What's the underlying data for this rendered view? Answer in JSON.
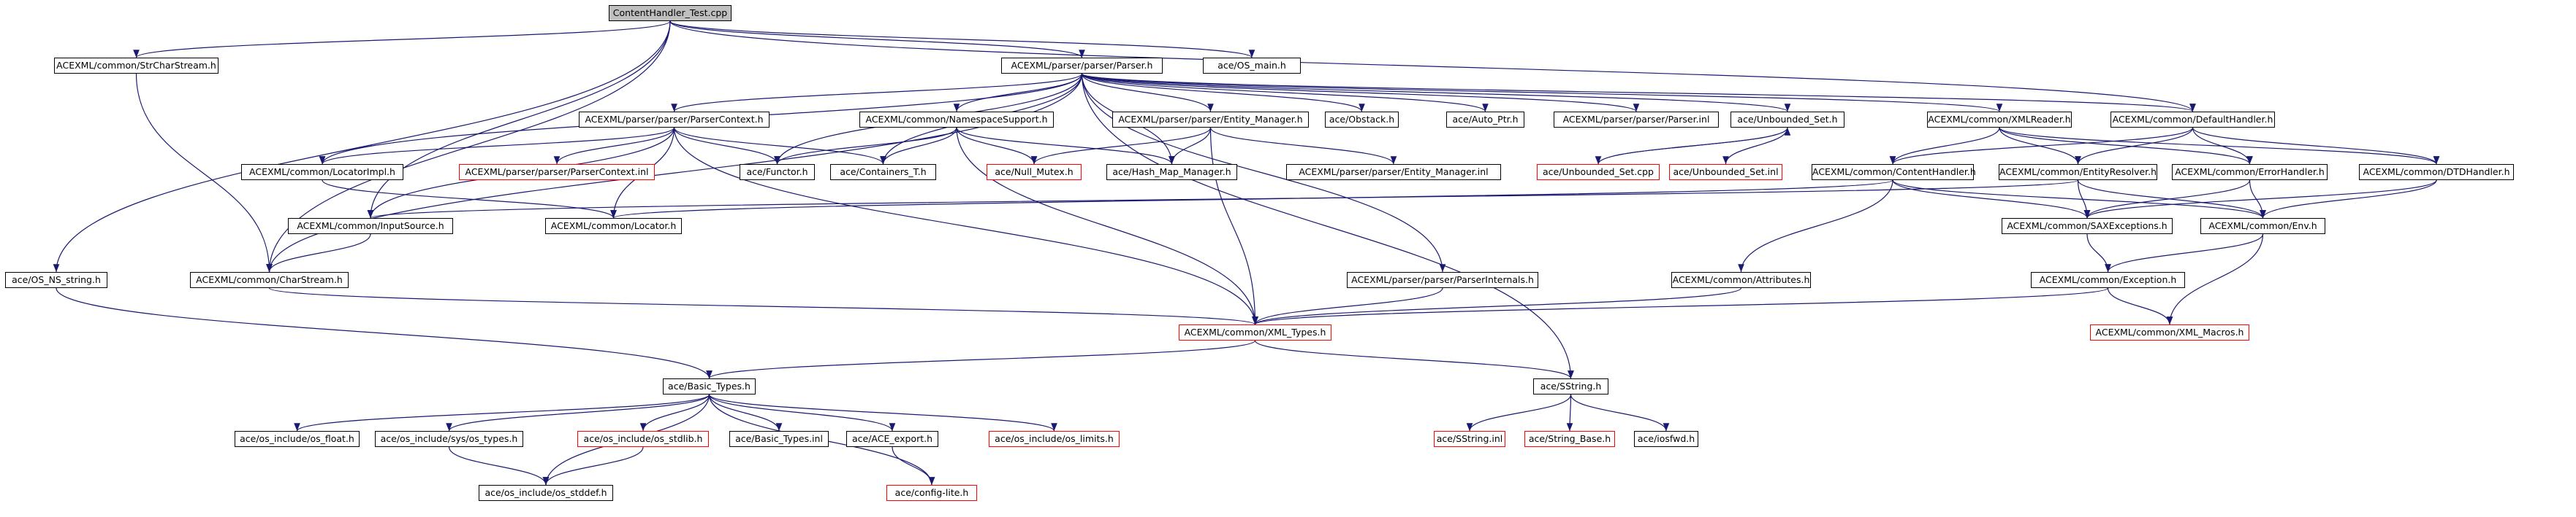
{
  "diagram": {
    "type": "include-dependency-graph",
    "colors": {
      "edge": "#191970",
      "box_border": "#000000",
      "missing_border": "#ff0000",
      "root_fill": "#bfbfbf",
      "background": "#ffffff"
    },
    "nodes": [
      {
        "id": "root",
        "label": "ContentHandler_Test.cpp",
        "style": "root"
      },
      {
        "id": "strcharstream",
        "label": "ACEXML/common/StrCharStream.h",
        "style": "normal"
      },
      {
        "id": "parser",
        "label": "ACEXML/parser/parser/Parser.h",
        "style": "normal"
      },
      {
        "id": "osmain",
        "label": "ace/OS_main.h",
        "style": "normal"
      },
      {
        "id": "parsercontext",
        "label": "ACEXML/parser/parser/ParserContext.h",
        "style": "normal"
      },
      {
        "id": "nssupport",
        "label": "ACEXML/common/NamespaceSupport.h",
        "style": "normal"
      },
      {
        "id": "entitymgr",
        "label": "ACEXML/parser/parser/Entity_Manager.h",
        "style": "normal"
      },
      {
        "id": "obstack",
        "label": "ace/Obstack.h",
        "style": "normal"
      },
      {
        "id": "autoptr",
        "label": "ace/Auto_Ptr.h",
        "style": "normal"
      },
      {
        "id": "parserinl",
        "label": "ACEXML/parser/parser/Parser.inl",
        "style": "normal"
      },
      {
        "id": "unboundedset",
        "label": "ace/Unbounded_Set.h",
        "style": "normal"
      },
      {
        "id": "xmlreader",
        "label": "ACEXML/common/XMLReader.h",
        "style": "normal"
      },
      {
        "id": "defaulthandler",
        "label": "ACEXML/common/DefaultHandler.h",
        "style": "normal"
      },
      {
        "id": "locatorimpl",
        "label": "ACEXML/common/LocatorImpl.h",
        "style": "normal"
      },
      {
        "id": "parsercontextinl",
        "label": "ACEXML/parser/parser/ParserContext.inl",
        "style": "missing"
      },
      {
        "id": "functor",
        "label": "ace/Functor.h",
        "style": "normal"
      },
      {
        "id": "containers",
        "label": "ace/Containers_T.h",
        "style": "normal"
      },
      {
        "id": "nullmutex",
        "label": "ace/Null_Mutex.h",
        "style": "missing"
      },
      {
        "id": "hashmap",
        "label": "ace/Hash_Map_Manager.h",
        "style": "normal"
      },
      {
        "id": "entitymgrinl",
        "label": "ACEXML/parser/parser/Entity_Manager.inl",
        "style": "normal"
      },
      {
        "id": "unboundedsetcpp",
        "label": "ace/Unbounded_Set.cpp",
        "style": "missing"
      },
      {
        "id": "unboundedsetinl",
        "label": "ace/Unbounded_Set.inl",
        "style": "missing"
      },
      {
        "id": "contenthandler",
        "label": "ACEXML/common/ContentHandler.h",
        "style": "normal"
      },
      {
        "id": "entityresolver",
        "label": "ACEXML/common/EntityResolver.h",
        "style": "normal"
      },
      {
        "id": "errorhandler",
        "label": "ACEXML/common/ErrorHandler.h",
        "style": "normal"
      },
      {
        "id": "dtdhandler",
        "label": "ACEXML/common/DTDHandler.h",
        "style": "normal"
      },
      {
        "id": "inputsource",
        "label": "ACEXML/common/InputSource.h",
        "style": "normal"
      },
      {
        "id": "locator",
        "label": "ACEXML/common/Locator.h",
        "style": "normal"
      },
      {
        "id": "saxexceptions",
        "label": "ACEXML/common/SAXExceptions.h",
        "style": "normal"
      },
      {
        "id": "env",
        "label": "ACEXML/common/Env.h",
        "style": "normal"
      },
      {
        "id": "osnsstring",
        "label": "ace/OS_NS_string.h",
        "style": "normal"
      },
      {
        "id": "charstream",
        "label": "ACEXML/common/CharStream.h",
        "style": "normal"
      },
      {
        "id": "parserinternals",
        "label": "ACEXML/parser/parser/ParserInternals.h",
        "style": "normal"
      },
      {
        "id": "attributes",
        "label": "ACEXML/common/Attributes.h",
        "style": "normal"
      },
      {
        "id": "exception",
        "label": "ACEXML/common/Exception.h",
        "style": "normal"
      },
      {
        "id": "xmltypes",
        "label": "ACEXML/common/XML_Types.h",
        "style": "missing"
      },
      {
        "id": "xmlmacros",
        "label": "ACEXML/common/XML_Macros.h",
        "style": "missing"
      },
      {
        "id": "basictypes",
        "label": "ace/Basic_Types.h",
        "style": "normal"
      },
      {
        "id": "sstring",
        "label": "ace/SString.h",
        "style": "normal"
      },
      {
        "id": "osfloat",
        "label": "ace/os_include/os_float.h",
        "style": "normal"
      },
      {
        "id": "ostypes",
        "label": "ace/os_include/sys/os_types.h",
        "style": "normal"
      },
      {
        "id": "osstdlib",
        "label": "ace/os_include/os_stdlib.h",
        "style": "missing"
      },
      {
        "id": "basictypesinl",
        "label": "ace/Basic_Types.inl",
        "style": "normal"
      },
      {
        "id": "aceexport",
        "label": "ace/ACE_export.h",
        "style": "normal"
      },
      {
        "id": "oslimits",
        "label": "ace/os_include/os_limits.h",
        "style": "missing"
      },
      {
        "id": "sstringinl",
        "label": "ace/SString.inl",
        "style": "missing"
      },
      {
        "id": "stringbase",
        "label": "ace/String_Base.h",
        "style": "missing"
      },
      {
        "id": "iosfwd",
        "label": "ace/iosfwd.h",
        "style": "normal"
      },
      {
        "id": "osstddef",
        "label": "ace/os_include/os_stddef.h",
        "style": "normal"
      },
      {
        "id": "configlite",
        "label": "ace/config-lite.h",
        "style": "missing"
      }
    ],
    "edges": [
      [
        "root",
        "strcharstream"
      ],
      [
        "root",
        "parser"
      ],
      [
        "root",
        "osmain"
      ],
      [
        "root",
        "charstream"
      ],
      [
        "root",
        "inputsource"
      ],
      [
        "root",
        "osnsstring"
      ],
      [
        "root",
        "defaulthandler"
      ],
      [
        "strcharstream",
        "charstream"
      ],
      [
        "parser",
        "parsercontext"
      ],
      [
        "parser",
        "nssupport"
      ],
      [
        "parser",
        "entitymgr"
      ],
      [
        "parser",
        "obstack"
      ],
      [
        "parser",
        "autoptr"
      ],
      [
        "parser",
        "parserinl"
      ],
      [
        "parser",
        "unboundedset"
      ],
      [
        "parser",
        "xmlreader"
      ],
      [
        "parser",
        "defaulthandler"
      ],
      [
        "parser",
        "locatorimpl"
      ],
      [
        "parser",
        "functor"
      ],
      [
        "parser",
        "containers"
      ],
      [
        "parser",
        "hashmap"
      ],
      [
        "parser",
        "parserinternals"
      ],
      [
        "parser",
        "charstream"
      ],
      [
        "parser",
        "sstring"
      ],
      [
        "parsercontext",
        "locatorimpl"
      ],
      [
        "parsercontext",
        "parsercontextinl"
      ],
      [
        "parsercontext",
        "functor"
      ],
      [
        "parsercontext",
        "containers"
      ],
      [
        "parsercontext",
        "inputsource"
      ],
      [
        "parsercontext",
        "locator"
      ],
      [
        "parsercontext",
        "xmltypes"
      ],
      [
        "nssupport",
        "functor"
      ],
      [
        "nssupport",
        "containers"
      ],
      [
        "nssupport",
        "nullmutex"
      ],
      [
        "nssupport",
        "hashmap"
      ],
      [
        "nssupport",
        "xmltypes"
      ],
      [
        "entitymgr",
        "nullmutex"
      ],
      [
        "entitymgr",
        "hashmap"
      ],
      [
        "entitymgr",
        "entitymgrinl"
      ],
      [
        "entitymgr",
        "xmltypes"
      ],
      [
        "unboundedset",
        "unboundedsetcpp"
      ],
      [
        "unboundedset",
        "unboundedsetinl"
      ],
      [
        "unboundedsetcpp",
        "unboundedset"
      ],
      [
        "xmlreader",
        "contenthandler"
      ],
      [
        "xmlreader",
        "entityresolver"
      ],
      [
        "xmlreader",
        "errorhandler"
      ],
      [
        "xmlreader",
        "dtdhandler"
      ],
      [
        "defaulthandler",
        "contenthandler"
      ],
      [
        "defaulthandler",
        "entityresolver"
      ],
      [
        "defaulthandler",
        "errorhandler"
      ],
      [
        "defaulthandler",
        "dtdhandler"
      ],
      [
        "locatorimpl",
        "locator"
      ],
      [
        "contenthandler",
        "locator"
      ],
      [
        "contenthandler",
        "attributes"
      ],
      [
        "contenthandler",
        "saxexceptions"
      ],
      [
        "contenthandler",
        "env"
      ],
      [
        "entityresolver",
        "inputsource"
      ],
      [
        "entityresolver",
        "saxexceptions"
      ],
      [
        "entityresolver",
        "env"
      ],
      [
        "errorhandler",
        "saxexceptions"
      ],
      [
        "errorhandler",
        "env"
      ],
      [
        "dtdhandler",
        "saxexceptions"
      ],
      [
        "dtdhandler",
        "env"
      ],
      [
        "inputsource",
        "charstream"
      ],
      [
        "saxexceptions",
        "exception"
      ],
      [
        "env",
        "exception"
      ],
      [
        "env",
        "xmlmacros"
      ],
      [
        "osnsstring",
        "basictypes"
      ],
      [
        "charstream",
        "xmltypes"
      ],
      [
        "parserinternals",
        "xmltypes"
      ],
      [
        "attributes",
        "xmltypes"
      ],
      [
        "exception",
        "xmltypes"
      ],
      [
        "exception",
        "xmlmacros"
      ],
      [
        "xmltypes",
        "basictypes"
      ],
      [
        "xmltypes",
        "sstring"
      ],
      [
        "basictypes",
        "osfloat"
      ],
      [
        "basictypes",
        "ostypes"
      ],
      [
        "basictypes",
        "osstdlib"
      ],
      [
        "basictypes",
        "basictypesinl"
      ],
      [
        "basictypes",
        "aceexport"
      ],
      [
        "basictypes",
        "oslimits"
      ],
      [
        "basictypes",
        "osstddef"
      ],
      [
        "basictypes",
        "configlite"
      ],
      [
        "ostypes",
        "osstddef"
      ],
      [
        "osstdlib",
        "osstddef"
      ],
      [
        "aceexport",
        "configlite"
      ],
      [
        "sstring",
        "sstringinl"
      ],
      [
        "sstring",
        "stringbase"
      ],
      [
        "sstring",
        "iosfwd"
      ]
    ]
  }
}
